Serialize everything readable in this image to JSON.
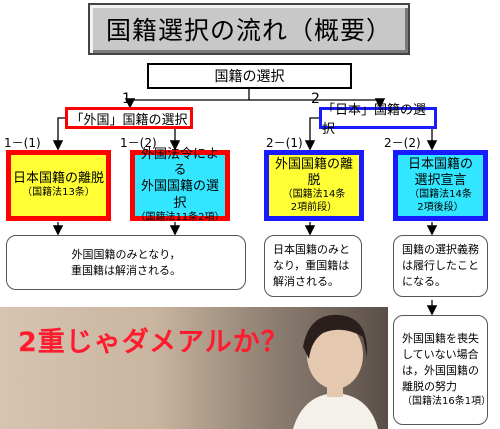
{
  "title": "国籍選択の流れ（概要）",
  "root": "国籍の選択",
  "branch_labels": {
    "left": "1",
    "right": "2"
  },
  "categories": {
    "foreign": "「外国」国籍の選択",
    "japan": "「日本」国籍の選択"
  },
  "sub_labels": [
    "1－(1)",
    "1－(2)",
    "2－(1)",
    "2－(2)"
  ],
  "methods": [
    {
      "title": "日本国籍の離脱",
      "law": "（国籍法13条）"
    },
    {
      "title": "外国法令による\n外国国籍の選択",
      "law": "（国籍法11条2項）"
    },
    {
      "title": "外国国籍の離脱",
      "law": "（国籍法14条\n2項前段）"
    },
    {
      "title": "日本国籍の\n選択宣言",
      "law": "（国籍法14条\n2項後段）"
    }
  ],
  "results": {
    "left": "外国国籍のみとなり，\n重国籍は解消される。",
    "middle": "日本国籍のみと\nなり，重国籍は\n解消される。",
    "right": "国籍の選択義務\nは履行したこと\nになる。",
    "bottom": "外国国籍を喪失\nしていない場合\nは，外国国籍の\n離脱の努力",
    "bottom_law": "（国籍法16条1項）"
  },
  "overlay_caption": "2重じゃダメアルか？",
  "colors": {
    "red": "#ff0000",
    "blue": "#1a1aff",
    "yellow": "#ffff33",
    "cyan": "#33e6ff",
    "caption": "#ff1a2e"
  }
}
